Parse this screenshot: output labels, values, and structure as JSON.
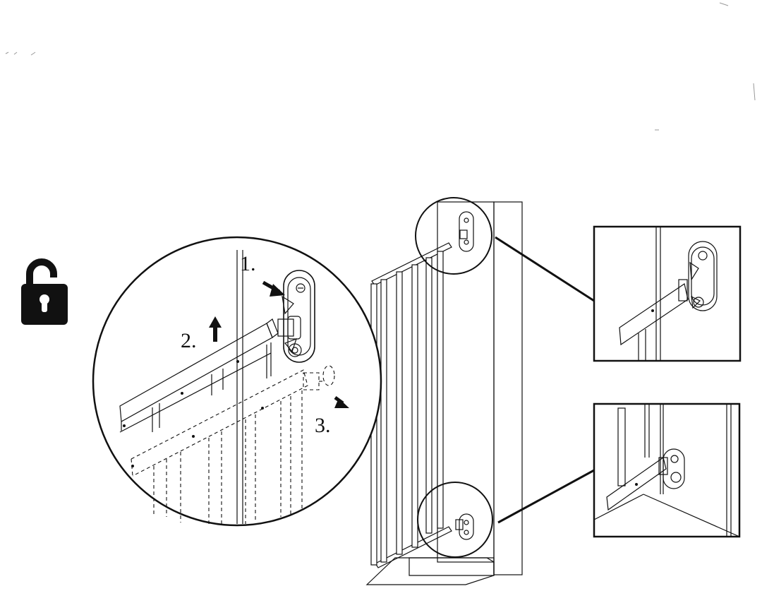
{
  "steps": [
    {
      "label": "1."
    },
    {
      "label": "2."
    },
    {
      "label": "3."
    }
  ],
  "colors": {
    "ink": "#111111",
    "post": "#c9c7cc",
    "background": "#ffffff"
  },
  "icons": {
    "unlock": "unlock-icon",
    "arrow_press": "arrow-right-down-icon",
    "arrow_up": "arrow-up-icon",
    "arrow_pull": "arrow-right-down-icon"
  }
}
